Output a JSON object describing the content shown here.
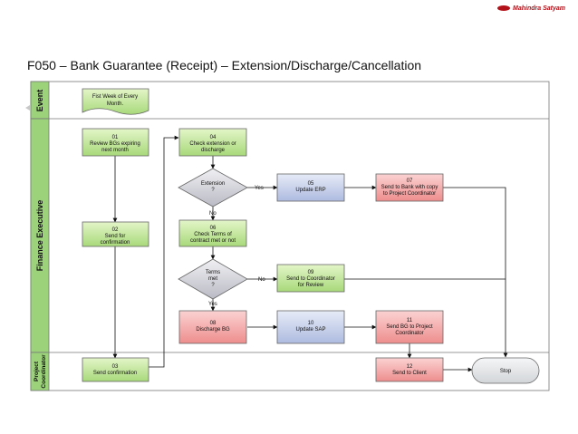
{
  "header": {
    "logo_text": "Mahindra Satyam",
    "title": "F050 – Bank Guarantee (Receipt) – Extension/Discharge/Cancellation"
  },
  "lanes": {
    "event": "Event",
    "finance": "Finance Executive",
    "project_line1": "Project",
    "project_line2": "Coordinator"
  },
  "nodes": {
    "start": [
      "Fist Week of Every",
      "Month."
    ],
    "n01": [
      "01",
      "Review BGs expiring",
      "next month"
    ],
    "n02": [
      "02",
      "Send for",
      "confirmation"
    ],
    "n03": [
      "03",
      "Send confirmation"
    ],
    "n04": [
      "04",
      "Check extension or",
      "discharge"
    ],
    "d_ext": [
      "Extension",
      "?"
    ],
    "n05": [
      "05",
      "Update ERP"
    ],
    "n07": [
      "07",
      "Send to Bank with copy",
      "to Project Coordinator"
    ],
    "n06": [
      "06",
      "Check Terms of",
      "contract met or not"
    ],
    "d_terms": [
      "Terms",
      "met",
      "?"
    ],
    "n09": [
      "09",
      "Send to Coordinator",
      "for Review"
    ],
    "n08": [
      "08",
      "Discharge BG"
    ],
    "n10": [
      "10",
      "Update SAP"
    ],
    "n11": [
      "11",
      "Send BG to Project",
      "Coordinator"
    ],
    "n12": [
      "12",
      "Send to Client"
    ],
    "stop": [
      "Stop"
    ]
  },
  "edge_labels": {
    "ext_yes": "Yes",
    "ext_no": "No",
    "terms_no": "No",
    "terms_yes": "Yes"
  },
  "colors": {
    "process_green": "#c8ea9c",
    "process_blue": "#c9d3ec",
    "process_red": "#f4a3a3",
    "decision": "#cfcfd6",
    "terminal": "#e6e8ea",
    "lane_header": "#9bd27a"
  }
}
